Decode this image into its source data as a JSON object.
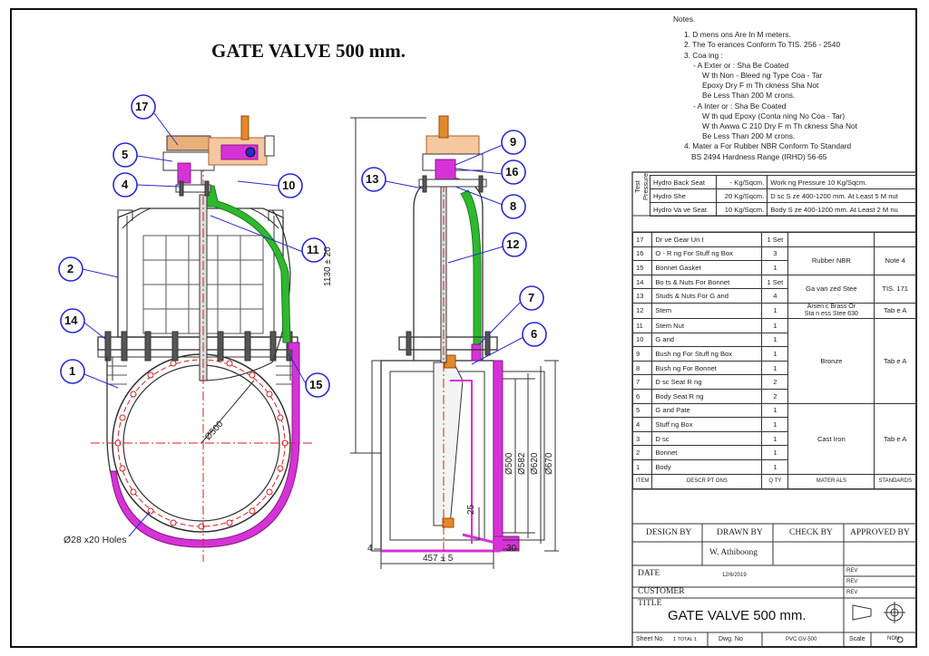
{
  "drawing_title": "GATE VALVE  500 mm.",
  "notes": {
    "heading": "Notes.",
    "lines": [
      "1. D mens ons Are In M  meters.",
      "2. The To erances Conform To TIS. 256 - 2540",
      "3. Coa ing :",
      "- A  Exter or : Sha  Be Coated",
      "W th Non - Bleed ng Type Coa - Tar",
      "Epoxy Dry F m Th ckness Sha  Not",
      "Be Less Than 200 M crons.",
      "- A  Inter or : Sha  Be Coated",
      "W th  qud Epoxy (Conta ning No Coa - Tar)",
      "W th Awwa C 210 Dry F m Th ckness Sha  Not",
      "Be Less Than 200 M crons.",
      "4. Mater a  For Rubber NBR Conform To Standard",
      "BS 2494 Hardness Range (IRHD) 56-65"
    ]
  },
  "test_pressure": {
    "label": "Test Pressure",
    "rows": [
      {
        "test": "Hydro Back Seat",
        "value": "-  Kg/Sqcm.",
        "spec": "Work ng  Pressure   10  Kg/Sqcm."
      },
      {
        "test": "Hydro She",
        "value": "20  Kg/Sqcm.",
        "spec": "D sc S ze 400-1200 mm. At Least 5 M nut"
      },
      {
        "test": "Hydro Va ve Seat",
        "value": "10  Kg/Sqcm.",
        "spec": "Body S ze 400-1200 mm. At Least 2 M nu"
      }
    ]
  },
  "parts": [
    {
      "no": "17",
      "desc": "Dr ve Gear Un t",
      "qty": "1 Set"
    },
    {
      "no": "16",
      "desc": "O - R ng For Stuff ng Box",
      "qty": "3"
    },
    {
      "no": "15",
      "desc": "Bonnet Gasket",
      "qty": "1"
    },
    {
      "no": "14",
      "desc": "Bo ts & Nuts For Bonnet",
      "qty": "1 Set"
    },
    {
      "no": "13",
      "desc": "Studs & Nuts For G and",
      "qty": "4"
    },
    {
      "no": "12",
      "desc": "Stem",
      "qty": "1"
    },
    {
      "no": "11",
      "desc": "Stem Nut",
      "qty": "1"
    },
    {
      "no": "10",
      "desc": "G and",
      "qty": "1"
    },
    {
      "no": "9",
      "desc": "Bush ng For Stuff ng Box",
      "qty": "1"
    },
    {
      "no": "8",
      "desc": "Bush ng For Bonnet",
      "qty": "1"
    },
    {
      "no": "7",
      "desc": "D sc Seat R ng",
      "qty": "2"
    },
    {
      "no": "6",
      "desc": "Body Seat R ng",
      "qty": "2"
    },
    {
      "no": "5",
      "desc": "G and Pate",
      "qty": "1"
    },
    {
      "no": "4",
      "desc": "Stuff ng Box",
      "qty": "1"
    },
    {
      "no": "3",
      "desc": "D sc",
      "qty": "1"
    },
    {
      "no": "2",
      "desc": "Bonnet",
      "qty": "1"
    },
    {
      "no": "1",
      "desc": "Body",
      "qty": "1"
    }
  ],
  "materials": {
    "rubber": "Rubber NBR",
    "note4": "Note 4",
    "galv": "Ga van zed Stee",
    "tis": "TIS. 171",
    "stem_mat1": "Arsen c Brass Or",
    "stem_mat2": "Sta n ess Stee  630",
    "table_a": "Tab e A",
    "bronze": "Bronze",
    "castiron": "Cast Iron"
  },
  "headers": {
    "item": "ITEM",
    "desc": "DESCR PT ONS",
    "qty": "Q TY",
    "mat": "MATER ALS",
    "std": "STANDARDS"
  },
  "signoff": {
    "design": "DESIGN  BY",
    "drawn": "DRAWN  BY",
    "check": "CHECK  BY",
    "approved": "APPROVED  BY",
    "drawn_name": "W.  Athiboong",
    "date_label": "DATE",
    "date_value": "12/6/2019",
    "customer_label": "CUSTOMER",
    "rev": "REV",
    "title_label": "TITLE",
    "title_value": "GATE VALVE  500 mm.",
    "sheet_label": "Sheet No.",
    "sheet_value": "1 TOTAL 1",
    "dwg_label": "Dwg. No",
    "dwg_value": "PVC GV-500",
    "scale_label": "Scale",
    "scale_value": "NON"
  },
  "callouts": [
    "17",
    "5",
    "4",
    "10",
    "2",
    "14",
    "1",
    "11",
    "15",
    "13",
    "9",
    "16",
    "8",
    "12",
    "7",
    "6"
  ],
  "dimensions": {
    "height": "1130 ± 20",
    "pcd": "Ø500",
    "holes": "Ø28 x20 Holes",
    "d500": "Ø500",
    "d582": "Ø582",
    "d620": "Ø620",
    "d670": "Ø670",
    "len": "457 ± 5",
    "d4": "4",
    "d30": "30",
    "d25": "25"
  },
  "colors": {
    "green": "#2fb82f",
    "magenta": "#d633d6",
    "red": "#d42020",
    "orange": "#e08a2a",
    "blue": "#2a2ad0"
  }
}
